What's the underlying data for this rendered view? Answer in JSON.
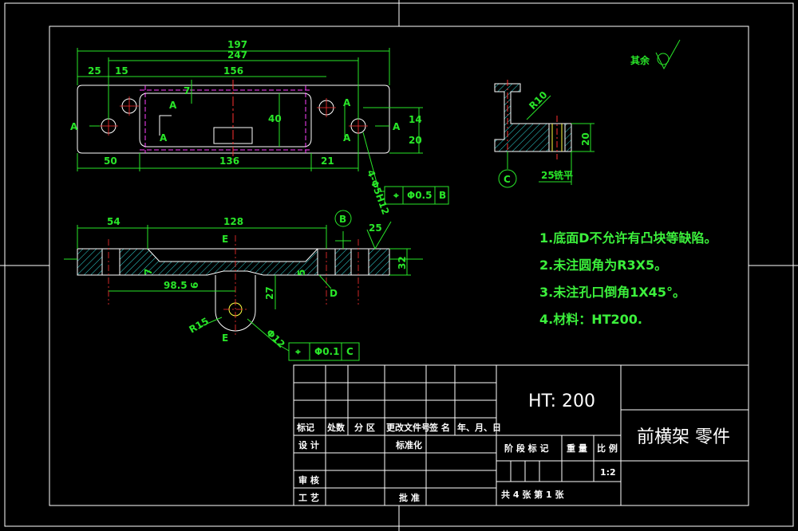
{
  "drawing": {
    "roughness_symbol_label": "其余",
    "notes": [
      "1.底面D不允许有凸块等缺陷。",
      "2.未注圆角为R3X5。",
      "3.未注孔口倒角1X45°。",
      "4.材料：HT200."
    ],
    "top_view": {
      "dims": [
        "197",
        "247",
        "25",
        "15",
        "156",
        "50",
        "136",
        "21",
        "40",
        "14",
        "20",
        "7"
      ],
      "section_letters": [
        "A",
        "A",
        "A",
        "A",
        "A",
        "A"
      ],
      "hole_callout": "4-Φ5H12",
      "tolerance_symbol": "⌖",
      "tolerance_value": "Φ0.5",
      "tolerance_datum": "B"
    },
    "front_view": {
      "dims": [
        "54",
        "128",
        "98.5",
        "6",
        "7",
        "27",
        "R15",
        "Φ12",
        "32",
        "5"
      ],
      "section_letters": [
        "E",
        "E"
      ],
      "datum_label": "B",
      "surface_label": "D",
      "roughness_value": "25",
      "tolerance_symbol": "⌖",
      "tolerance_value": "Φ0.1",
      "tolerance_datum": "C"
    },
    "side_view": {
      "dims": [
        "R10",
        "20",
        "25"
      ],
      "flat_label": "铣平",
      "datum_label": "C"
    }
  },
  "title_block": {
    "material": "HT: 200",
    "part_name": "前横架 零件",
    "row_labels": [
      "标记",
      "处数",
      "分 区",
      "更改文件号",
      "签 名",
      "年、月、日"
    ],
    "design": "设 计",
    "standardize": "标准化",
    "review": "审 核",
    "process": "工 艺",
    "approve": "批 准",
    "stage_mark": "阶 段 标 记",
    "weight": "重 量",
    "scale_label": "比 例",
    "scale": "1:2",
    "sheet_info": "共 4  张   第  1 张"
  },
  "colors": {
    "background": "#000000",
    "outline": "#ffffff",
    "dimension": "#29e629",
    "centerline": "#ff3030",
    "hidden": "#ff40ff",
    "section_hatch": "#2fd0d0",
    "hole_edge": "#ffff40"
  }
}
